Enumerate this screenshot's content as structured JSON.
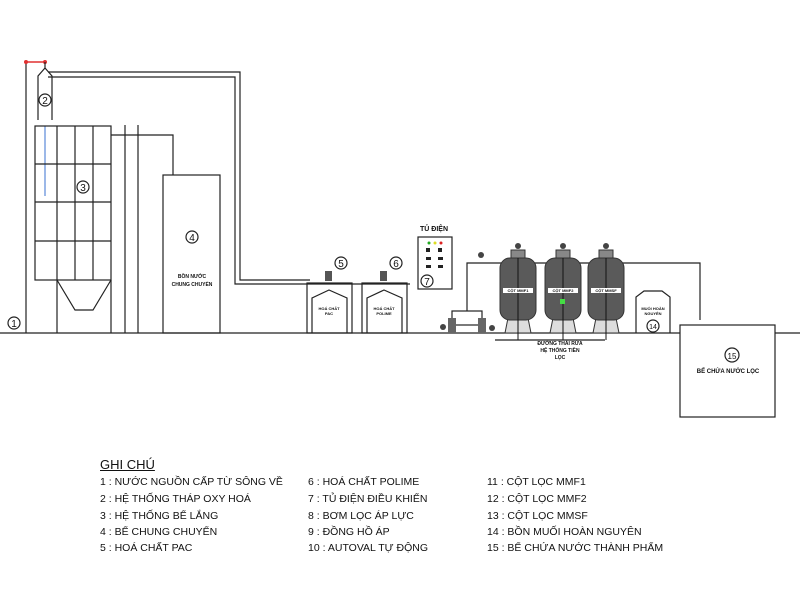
{
  "diagram": {
    "source_label_num": "1",
    "tower_num": "2",
    "settling_num": "3",
    "tank4": {
      "num": "4",
      "line1": "BỒN NƯỚC",
      "line2": "CHUNG CHUYỂN"
    },
    "chem5": {
      "num": "5",
      "line1": "HOÁ CHẤT",
      "line2": "PAC"
    },
    "chem6": {
      "num": "6",
      "line1": "HOÁ CHẤT",
      "line2": "POLIME"
    },
    "panel": {
      "title": "TỦ ĐIỆN",
      "num": "7"
    },
    "columns": [
      {
        "label": "CỘT MMF1"
      },
      {
        "label": "CỘT MMF2"
      },
      {
        "label": "CỘT MMSF"
      }
    ],
    "salt": {
      "num": "14",
      "line1": "MUỐI HOÀN",
      "line2": "NGUYÊN"
    },
    "tank15": {
      "num": "15",
      "label": "BỂ CHỨA NƯỚC LỌC"
    },
    "drain": {
      "line1": "ĐƯỜNG THẢI RỬA",
      "line2": "HỆ THỐNG TIỀN",
      "line3": "LỌC"
    },
    "colors": {
      "line": "#222222",
      "column": "#5a5a5a",
      "pipe_red": "#e03030",
      "accent_blue": "#7aa0e0",
      "indicator_green": "#44dd44"
    }
  },
  "legend": {
    "title": "GHI CHÚ",
    "items": [
      "1 : NƯỚC NGUỒN CẤP TỪ SÔNG VỀ",
      "2 : HỆ THỐNG THÁP OXY HOÁ",
      "3 : HỆ THỐNG BỂ LẮNG",
      "4 : BỂ CHUNG CHUYỂN",
      "5 : HOÁ CHẤT PAC",
      "6 : HOÁ CHẤT POLIME",
      "7 : TỦ ĐIỆN ĐIỀU KHIỂN",
      "8 : BƠM LỌC ÁP LỰC",
      "9 : ĐỒNG HỒ ÁP",
      "10 : AUTOVAL TỰ ĐỘNG",
      "11 : CỘT LỌC MMF1",
      "12 : CỘT LỌC MMF2",
      "13 : CỘT LỌC MMSF",
      "14 : BỒN MUỐI HOÀN NGUYÊN",
      "15 : BỂ CHỨA NƯỚC THÀNH PHẨM"
    ]
  }
}
